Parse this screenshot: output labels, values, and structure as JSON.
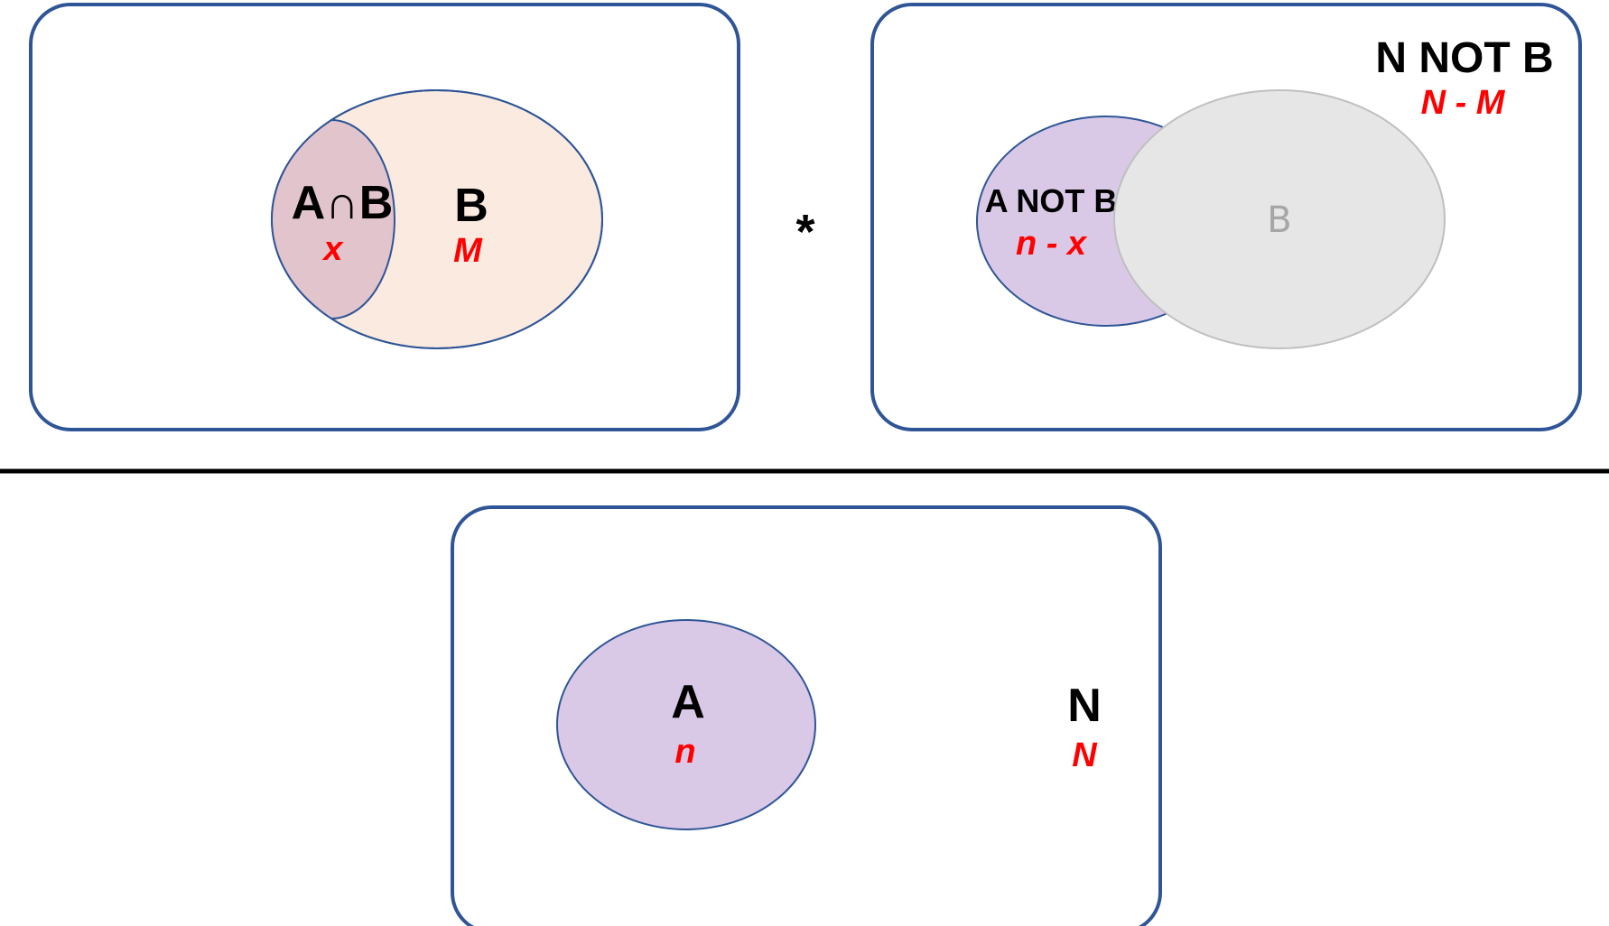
{
  "colors": {
    "frame_stroke": "#2f5597",
    "circle_stroke": "#2f5597",
    "b_fill": "#fbeadf",
    "intersection_fill": "#e2c4cc",
    "a_fill": "#d9c9e7",
    "b_grey_fill": "#e6e6e6",
    "b_grey_stroke": "#bfbfbf",
    "label_red": "#ff0000",
    "label_black": "#000000",
    "label_grey": "#a6a6a6"
  },
  "panel_top_left": {
    "intersection_label": "A∩B",
    "intersection_value": "x",
    "b_label": "B",
    "b_value": "M"
  },
  "operator": "*",
  "panel_top_right": {
    "a_not_b_label": "A NOT B",
    "a_not_b_value": "n - x",
    "b_label": "B",
    "n_not_b_label": "N NOT B",
    "n_not_b_value": "N - M"
  },
  "panel_bottom": {
    "a_label": "A",
    "a_value": "n",
    "n_label": "N",
    "n_value": "N"
  }
}
